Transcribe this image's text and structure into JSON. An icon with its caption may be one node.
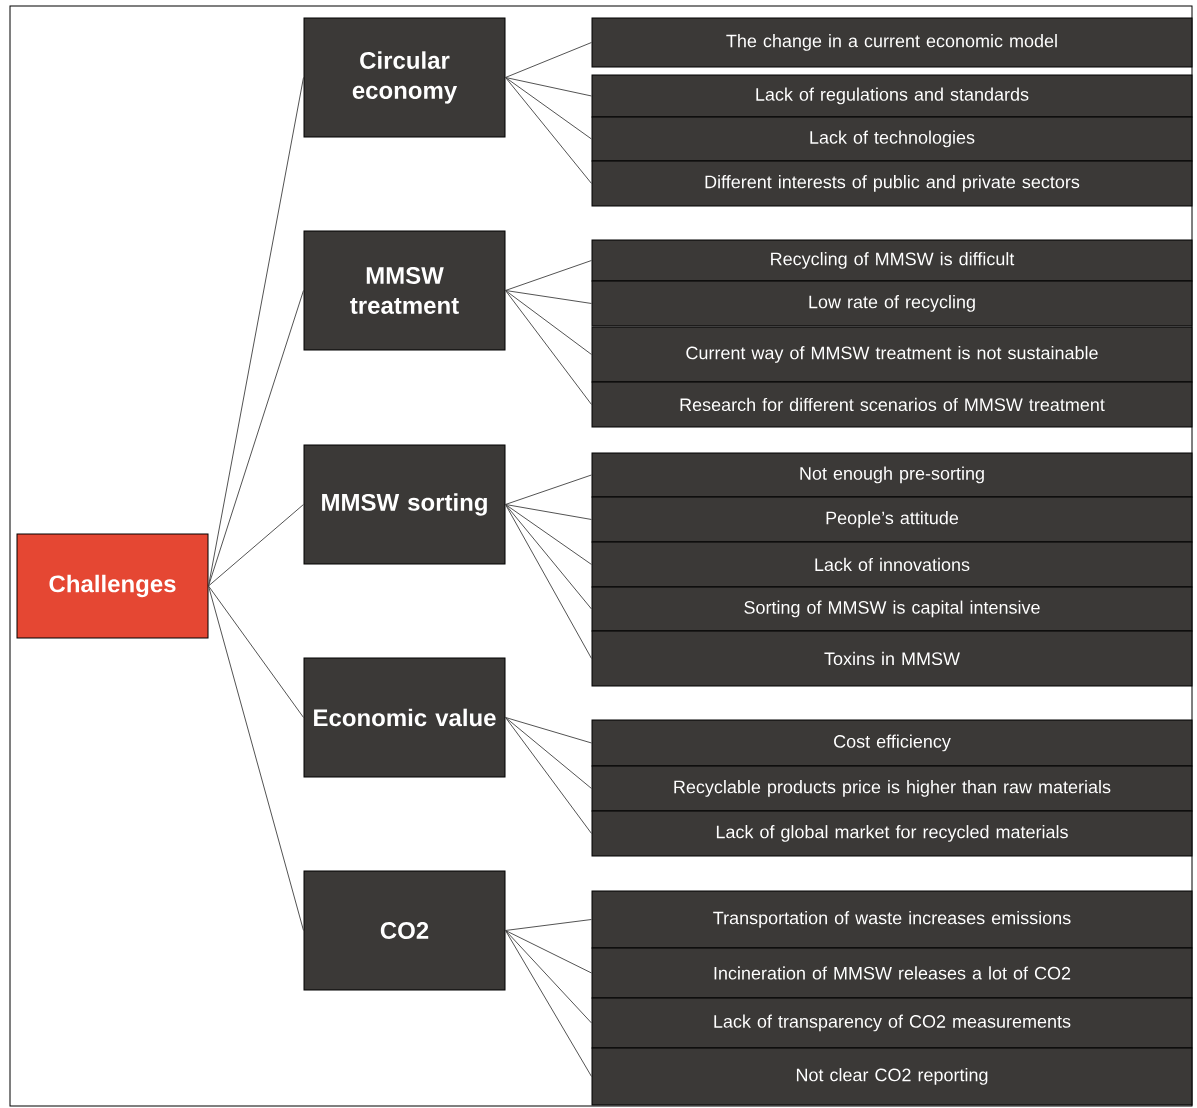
{
  "diagram": {
    "nodes": [
      {
        "text": [
          "Challenges"
        ]
      },
      {
        "text": [
          "Circular economy"
        ]
      },
      {
        "text": [
          "The change in a current economic model"
        ]
      },
      {
        "text": [
          "Lack of regulations and standards"
        ]
      },
      {
        "text": [
          "Lack of technologies"
        ]
      },
      {
        "text": [
          "Different interests of public and private sectors"
        ]
      },
      {
        "text": [
          "MMSW treatment"
        ]
      },
      {
        "text": [
          "Recycling of MMSW is difficult"
        ]
      },
      {
        "text": [
          "Low rate of recycling"
        ]
      },
      {
        "text": [
          "Current way of MMSW treatment is not sustainable"
        ]
      },
      {
        "text": [
          "Research for different scenarios of MMSW treatment"
        ]
      },
      {
        "text": [
          "MMSW sorting"
        ]
      },
      {
        "text": [
          "Not enough pre-sorting"
        ]
      },
      {
        "text": [
          "People’s attitude"
        ]
      },
      {
        "text": [
          "Lack of innovations"
        ]
      },
      {
        "text": [
          "Sorting of MMSW is capital intensive"
        ]
      },
      {
        "text": [
          "Toxins in MMSW"
        ]
      },
      {
        "text": [
          "Economic value"
        ]
      },
      {
        "text": [
          "Cost efficiency"
        ]
      },
      {
        "text": [
          "Recyclable products price is higher than raw materials"
        ]
      },
      {
        "text": [
          "Lack of global market for recycled  materials"
        ]
      },
      {
        "text": [
          "CO2"
        ]
      },
      {
        "text": [
          "Transportation of waste increases emissions"
        ]
      },
      {
        "text": [
          "Incineration of MMSW releases a lot of CO2"
        ]
      },
      {
        "text": [
          "Lack of transparency of CO2 measurements"
        ]
      },
      {
        "text": [
          "Not clear CO2 reporting"
        ]
      }
    ],
    "edges": [
      {
        "from": 0,
        "to": 1,
        "arrow": "none"
      },
      {
        "from": 0,
        "to": 6,
        "arrow": "none"
      },
      {
        "from": 0,
        "to": 11,
        "arrow": "none"
      },
      {
        "from": 0,
        "to": 17,
        "arrow": "none"
      },
      {
        "from": 0,
        "to": 21,
        "arrow": "none"
      },
      {
        "from": 1,
        "to": 2,
        "arrow": "none"
      },
      {
        "from": 1,
        "to": 3,
        "arrow": "none"
      },
      {
        "from": 1,
        "to": 4,
        "arrow": "none"
      },
      {
        "from": 1,
        "to": 5,
        "arrow": "none"
      },
      {
        "from": 6,
        "to": 7,
        "arrow": "none"
      },
      {
        "from": 6,
        "to": 8,
        "arrow": "none"
      },
      {
        "from": 6,
        "to": 9,
        "arrow": "none"
      },
      {
        "from": 6,
        "to": 10,
        "arrow": "none"
      },
      {
        "from": 11,
        "to": 12,
        "arrow": "none"
      },
      {
        "from": 11,
        "to": 13,
        "arrow": "none"
      },
      {
        "from": 11,
        "to": 14,
        "arrow": "none"
      },
      {
        "from": 11,
        "to": 15,
        "arrow": "none"
      },
      {
        "from": 11,
        "to": 16,
        "arrow": "none"
      },
      {
        "from": 17,
        "to": 18,
        "arrow": "none"
      },
      {
        "from": 17,
        "to": 19,
        "arrow": "none"
      },
      {
        "from": 17,
        "to": 20,
        "arrow": "none"
      },
      {
        "from": 21,
        "to": 22,
        "arrow": "none"
      },
      {
        "from": 21,
        "to": 23,
        "arrow": "none"
      },
      {
        "from": 21,
        "to": 24,
        "arrow": "none"
      },
      {
        "from": 21,
        "to": 25,
        "arrow": "none"
      }
    ]
  }
}
